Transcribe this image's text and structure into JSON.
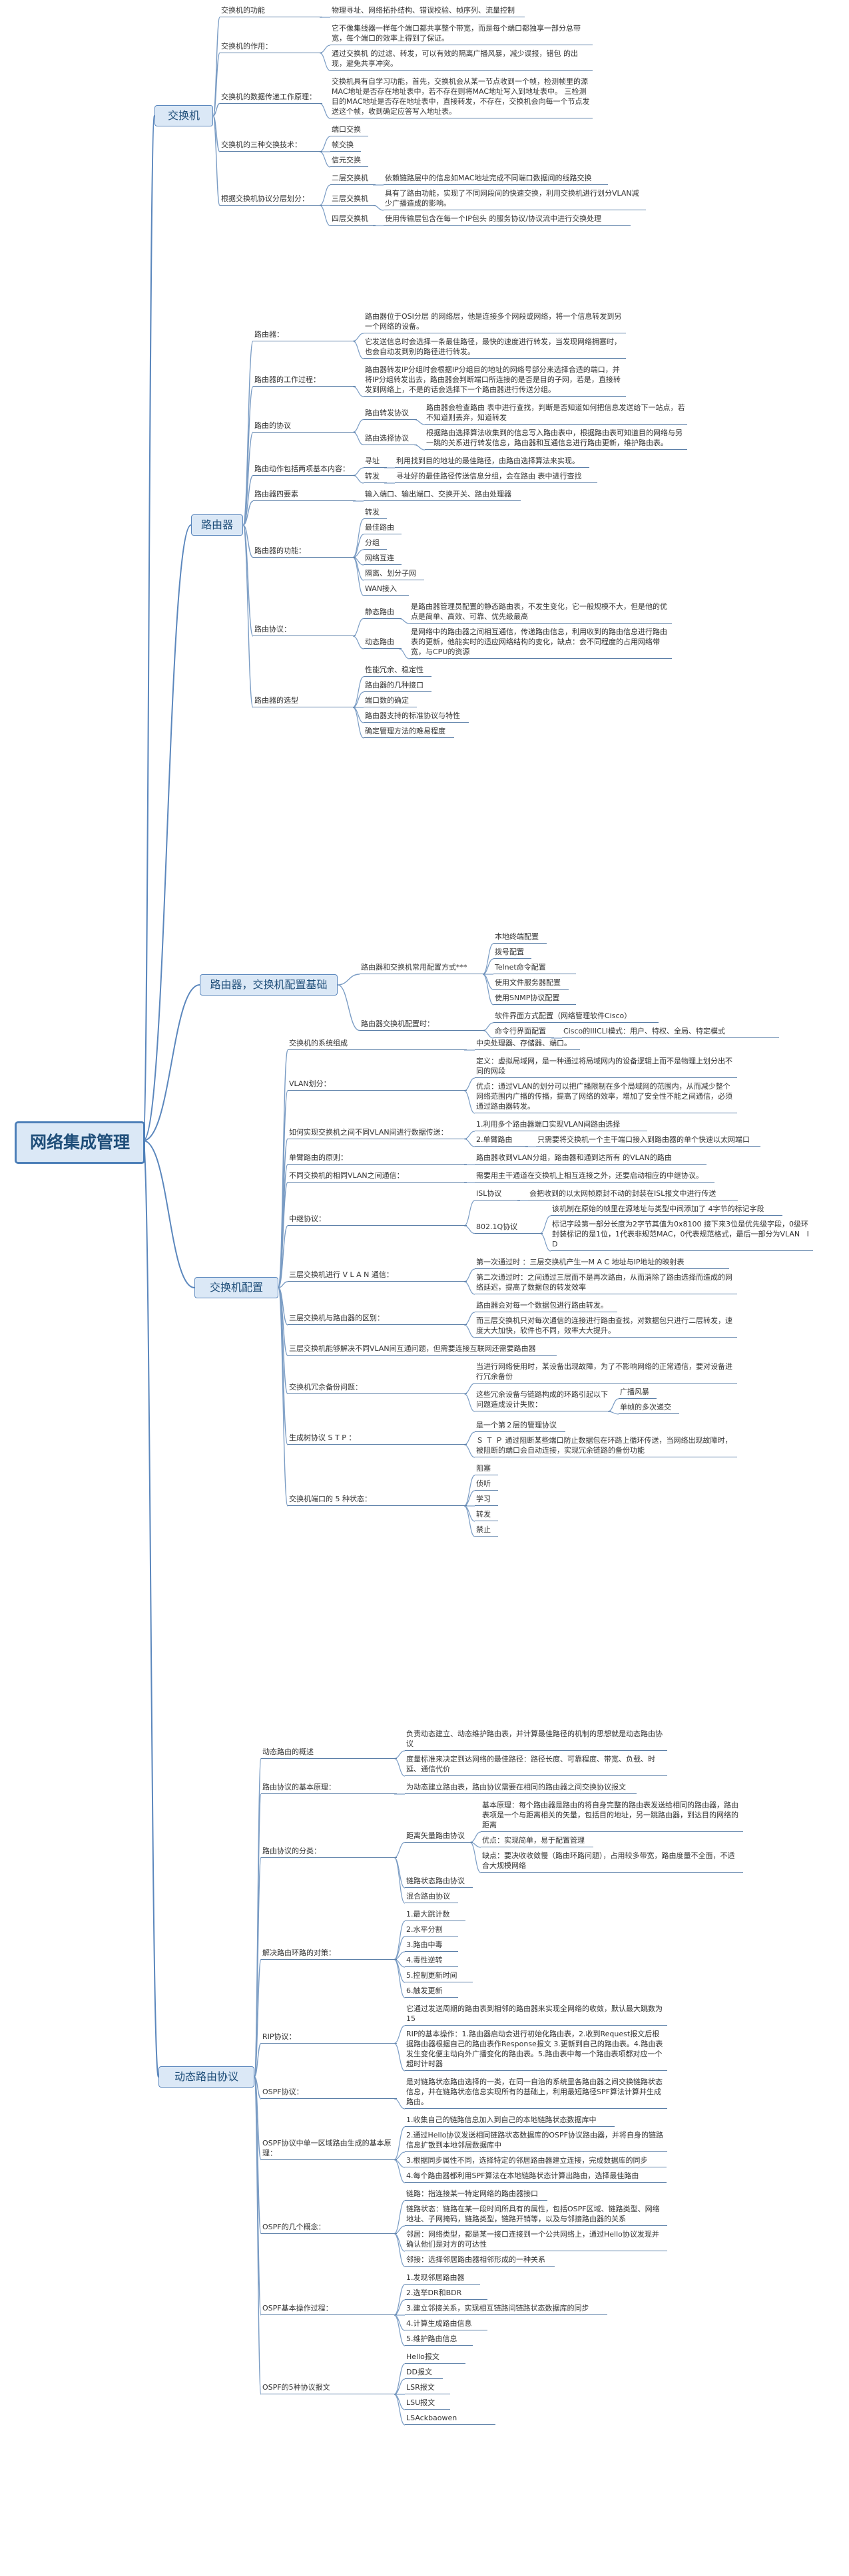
{
  "root": "网络集成管理",
  "branches": [
    {
      "title": "交换机",
      "children": [
        {
          "text": "交换机的功能",
          "children": [
            {
              "text": "物理寻址、网络拓扑结构、错误校验、帧序列、流量控制"
            }
          ]
        },
        {
          "text": "交换机的作用：",
          "children": [
            {
              "text": "它不像集线器一样每个端口都共享整个带宽，而是每个端口都独享一部分总带宽，每个端口的效率上得到了保证。"
            },
            {
              "text": "通过交换机 的过滤、转发，可以有效的隔离广播风暴，减少误报，错包 的出现，避免共享冲突。"
            }
          ]
        },
        {
          "text": "交换机的数据传递工作原理：",
          "children": [
            {
              "text": "交换机具有自学习功能，首先，交换机会从某一节点收到一个帧，检测帧里的源MAC地址是否存在地址表中，若不存在则将MAC地址写入到地址表中。 三检测目的MAC地址是否存在地址表中，直接转发，不存在，交换机会向每一个节点发送这个帧，收到确定应答写入地址表。"
            }
          ]
        },
        {
          "text": "交换机的三种交换技术：",
          "children": [
            {
              "text": "端口交换"
            },
            {
              "text": "帧交换"
            },
            {
              "text": "信元交换"
            }
          ]
        },
        {
          "text": "根据交换机协议分层划分：",
          "children": [
            {
              "text": "二层交换机",
              "children": [
                {
                  "text": "依赖链路层中的信息如MAC地址完成不同端口数据间的线路交换"
                }
              ]
            },
            {
              "text": "三层交换机",
              "children": [
                {
                  "text": "具有了路由功能，实现了不同网段间的快速交换，利用交换机进行划分VLAN减少广播造成的影响。"
                }
              ]
            },
            {
              "text": "四层交换机",
              "children": [
                {
                  "text": "使用传输层包含在每一个IP包头 的服务协议/协议流中进行交换处理"
                }
              ]
            }
          ]
        }
      ]
    },
    {
      "title": "路由器",
      "children": [
        {
          "text": "路由器：",
          "children": [
            {
              "text": "路由器位于OSI分层 的网络层，他是连接多个网段或网络，将一个信息转发到另一个网络的设备。"
            },
            {
              "text": "它发送信息时会选择一条最佳路径，最快的速度进行转发，当发现网络拥塞时，也会自动发到别的路径进行转发。"
            }
          ]
        },
        {
          "text": "路由器的工作过程：",
          "children": [
            {
              "text": "路由器转发IP分组时会根据IP分组目的地址的网络号部分来选择合适的端口，并将IP分组转发出去，路由器会判断端口所连接的是否是目的子网，若是，直接转发到网络上，不是的话会选择下一个路由器进行传送分组。"
            }
          ]
        },
        {
          "text": "路由的协议",
          "children": [
            {
              "text": "路由转发协议",
              "children": [
                {
                  "text": "路由器会检查路由 表中进行查找，判断是否知道如何把信息发送给下一站点，若不知道则丢弃，知道转发"
                }
              ]
            },
            {
              "text": "路由选择协议",
              "children": [
                {
                  "text": "根据路由选择算法收集到的信息写入路由表中，根据路由表可知道目的网络与另一跳的关系进行转发信息，路由器和互通信息进行路由更新，维护路由表。"
                }
              ]
            }
          ]
        },
        {
          "text": "路由动作包括两项基本内容：",
          "children": [
            {
              "text": "寻址",
              "children": [
                {
                  "text": "利用找到目的地址的最佳路径，由路由选择算法来实现。"
                }
              ]
            },
            {
              "text": "转发",
              "children": [
                {
                  "text": "寻址好的最佳路径传送信息分组，会在路由 表中进行查找"
                }
              ]
            }
          ]
        },
        {
          "text": "路由器四要素",
          "children": [
            {
              "text": "输入端口、输出端口、交换开关、路由处理器"
            }
          ]
        },
        {
          "text": "路由器的功能：",
          "children": [
            {
              "text": "转发"
            },
            {
              "text": "最佳路由"
            },
            {
              "text": "分组"
            },
            {
              "text": "网络互连"
            },
            {
              "text": "隔离、划分子网"
            },
            {
              "text": "WAN接入"
            }
          ]
        },
        {
          "text": "路由协议：",
          "children": [
            {
              "text": "静态路由",
              "children": [
                {
                  "text": "是路由器管理员配置的静态路由表，不发生变化，它一般规模不大，但是他的优点是简单、高效、可靠、优先级最高"
                }
              ]
            },
            {
              "text": "动态路由",
              "children": [
                {
                  "text": "是网络中的路由器之间相互通信，传递路由信息，利用收到的路由信息进行路由表的更新，他能实时的适应网络结构的变化，缺点：会不同程度的占用网络带宽，与CPU的资源"
                }
              ]
            }
          ]
        },
        {
          "text": "路由器的选型",
          "children": [
            {
              "text": "性能冗余、稳定性"
            },
            {
              "text": "路由器的几种接口"
            },
            {
              "text": "端口数的确定"
            },
            {
              "text": "路由器支持的标准协议与特性"
            },
            {
              "text": "确定管理方法的难易程度"
            }
          ]
        }
      ]
    },
    {
      "title": "路由器，交换机配置基础",
      "children": [
        {
          "text": "路由器和交换机常用配置方式***",
          "children": [
            {
              "text": "本地终端配置"
            },
            {
              "text": "拨号配置"
            },
            {
              "text": "Telnet命令配置"
            },
            {
              "text": "使用文件服务器配置"
            },
            {
              "text": "使用SNMP协议配置"
            }
          ]
        },
        {
          "text": "路由器交换机配置时：",
          "children": [
            {
              "text": "软件界面方式配置（网络管理软件Cisco）"
            },
            {
              "text": "命令行界面配置",
              "children": [
                {
                  "text": "Cisco的IIICLI模式：用户、特权、全局、特定模式"
                }
              ]
            }
          ]
        }
      ]
    },
    {
      "title": "交换机配置",
      "children": [
        {
          "text": "交换机的系统组成",
          "children": [
            {
              "text": "中央处理器、存储器、端口。"
            }
          ]
        },
        {
          "text": "VLAN划分：",
          "children": [
            {
              "text": "定义：虚拟局域网，是一种通过将局域网内的设备逻辑上而不是物理上划分出不同的网段"
            },
            {
              "text": "优点：通过VLAN的划分可以把广播限制在多个局域网的范围内，从而减少整个网络范围内广播的传播，提高了网络的效率，增加了安全性不能之间通信，必须通过路由器转发。"
            }
          ]
        },
        {
          "text": "如何实现交换机之间不同VLAN间进行数据传送：",
          "children": [
            {
              "text": "1.利用多个路由器端口实现VLAN间路由选择"
            },
            {
              "text": "2.单臂路由",
              "children": [
                {
                  "text": "只需要将交换机一个主干端口接入到路由器的单个快速以太网端口"
                }
              ]
            }
          ]
        },
        {
          "text": "单臂路由的原则：",
          "children": [
            {
              "text": "路由器收到VLAN分组，路由器和通到达所有 的VLAN的路由"
            }
          ]
        },
        {
          "text": "不同交换机的相同VLAN之间通信：",
          "children": [
            {
              "text": "需要用主干通道在交换机上相互连接之外，还要启动相应的中继协议。"
            }
          ]
        },
        {
          "text": "中继协议：",
          "children": [
            {
              "text": "ISL协议",
              "children": [
                {
                  "text": "会把收到的以太网帧原封不动的封装在ISL报文中进行传送"
                }
              ]
            },
            {
              "text": "802.1Q协议",
              "children": [
                {
                  "text": "该机制在原始的帧里在源地址与类型中间添加了 4字节的标记字段"
                },
                {
                  "text": "标记字段第一部分长度为2字节其值为0x8100 接下来3位是优先级字段，0级环封装标记的是1位，1代表非规范MAC，0代表规范格式，最后一部分为VLAN   I D"
                }
              ]
            }
          ]
        },
        {
          "text": "三层交换机进行 V L A N 通信：",
          "children": [
            {
              "text": "第一次通过时 ：三层交换机产生一M A C 地址与IP地址的映射表"
            },
            {
              "text": "第二次通过时：之间通过三层而不是再次路由，从而消除了路由选择而造成的网络延迟，提高了数据包的转发效率"
            }
          ]
        },
        {
          "text": "三层交换机与路由器的区别：",
          "children": [
            {
              "text": "路由器会对每一个数据包进行路由转发。"
            },
            {
              "text": "而三层交换机只对每次通信的连接进行路由查找，对数据包只进行二层转发，速度大大加快，软件也不同，效率大大提升。"
            }
          ]
        },
        {
          "text": "三层交换机能够解决不同VLAN间互通问题，但需要连接互联网还需要路由器"
        },
        {
          "text": "交换机冗余备份问题：",
          "children": [
            {
              "text": "当进行网络使用时，某设备出现故障，为了不影响网络的正常通信，要对设备进行冗余备份"
            },
            {
              "text": "这些冗余设备与链路构成的环路引起以下问题造成设计失败：",
              "children": [
                {
                  "text": "广播风暴"
                },
                {
                  "text": "单帧的多次递交"
                }
              ]
            }
          ]
        },
        {
          "text": "生成树协议 S T P ：",
          "children": [
            {
              "text": "是一个第２层的管理协议"
            },
            {
              "text": "Ｓ Ｔ Ｐ 通过阻断某些端口防止数据包在环路上循环传送，当网络出现故障时，被阻断的端口会自动连接，实现冗余链路的备份功能"
            }
          ]
        },
        {
          "text": "交换机端口的 5 种状态：",
          "children": [
            {
              "text": "阻塞"
            },
            {
              "text": "侦听"
            },
            {
              "text": "学习"
            },
            {
              "text": "转发"
            },
            {
              "text": "禁止"
            }
          ]
        }
      ]
    },
    {
      "title": "动态路由协议",
      "children": [
        {
          "text": "动态路由的概述",
          "children": [
            {
              "text": "负责动态建立、动态维护路由表，并计算最佳路径的机制的思想就是动态路由协议"
            },
            {
              "text": "度量标准来决定到达网络的最佳路径：路径长度、可靠程度、带宽、负载、时延、通信代价"
            }
          ]
        },
        {
          "text": "路由协议的基本原理：",
          "children": [
            {
              "text": "为动态建立路由表，路由协议需要在相同的路由器之间交换协议报文"
            }
          ]
        },
        {
          "text": "路由协议的分类：",
          "children": [
            {
              "text": "距离矢量路由协议",
              "children": [
                {
                  "text": "基本原理：每个路由器是路由的将自身完整的路由表发送给相同的路由器，路由表项是一个与距离相关的矢量，包括目的地址，另一跳路由器，到达目的网络的距离"
                },
                {
                  "text": "优点：实现简单，易于配置管理"
                },
                {
                  "text": "缺点：要决收收敛慢（路由环路问题），占用较多带宽，路由度量不全面，不适合大规模网络"
                }
              ]
            },
            {
              "text": "链路状态路由协议"
            },
            {
              "text": "混合路由协议"
            }
          ]
        },
        {
          "text": "解决路由环路的对策：",
          "children": [
            {
              "text": "1.最大跳计数"
            },
            {
              "text": "2.水平分割"
            },
            {
              "text": "3.路由中毒"
            },
            {
              "text": "4.毒性逆转"
            },
            {
              "text": "5.控制更新时间"
            },
            {
              "text": "6.触发更新"
            }
          ]
        },
        {
          "text": "RIP协议：",
          "children": [
            {
              "text": "它通过发送周期的路由表到相邻的路由器来实现全网络的收敛，默认最大跳数为15"
            },
            {
              "text": "RIP的基本操作：1.路由器启动会进行初始化路由表，2.收到Request报文后根据路由器根据自己的路由表作Response报文 3.更新到自己的路由表。4.路由表发生变化便主动向外广播变化的路由表。5.路由表中每一个路由表项都对应一个超时计时器"
            }
          ]
        },
        {
          "text": "OSPF协议：",
          "children": [
            {
              "text": "是对链路状态路由选择的一类，在同一自治的系统里各路由器之间交换链路状态信息，并在链路状态信息实现所有的基础上，利用最短路径SPF算法计算并生成路由。"
            }
          ]
        },
        {
          "text": "OSPF协议中单一区域路由生成的基本原理：",
          "children": [
            {
              "text": "1.收集自己的链路信息加入到自己的本地链路状态数据库中"
            },
            {
              "text": "2.通过Hello协议发送相同链路状态数据库的OSPF协议路由器，并将自身的链路信息扩散到本地邻居数据库中"
            },
            {
              "text": "3.根据同步属性不同，选择特定的邻居路由器建立连接，完成数据库的同步"
            },
            {
              "text": "4.每个路由器都利用SPF算法在本地链路状态计算出路由，选择最佳路由"
            }
          ]
        },
        {
          "text": "OSPF的几个概念：",
          "children": [
            {
              "text": "链路：指连接某一特定网络的路由器接口"
            },
            {
              "text": "链路状态：链路在某一段时间所具有的属性，包括OSPF区域、链路类型、网络地址、子网掩码，链路类型，链路开销等，以及与邻接路由器的关系"
            },
            {
              "text": "邻居：网络类型，都是某一接口连接到一个公共网络上，通过Hello协议发现并确认他们是对方的可达性"
            },
            {
              "text": "邻接：选择邻居路由器相邻形成的一种关系"
            }
          ]
        },
        {
          "text": "OSPF基本操作过程：",
          "children": [
            {
              "text": "1.发现邻居路由器"
            },
            {
              "text": "2.选举DR和BDR"
            },
            {
              "text": "3.建立邻接关系，实现相互链路间链路状态数据库的同步"
            },
            {
              "text": "4.计算生成路由信息"
            },
            {
              "text": "5.维护路由信息"
            }
          ]
        },
        {
          "text": "OSPF的5种协议报文",
          "children": [
            {
              "text": "Hello报文"
            },
            {
              "text": "DD报文"
            },
            {
              "text": "LSR报文"
            },
            {
              "text": "LSU报文"
            },
            {
              "text": "LSAckbaowen"
            }
          ]
        }
      ]
    }
  ]
}
